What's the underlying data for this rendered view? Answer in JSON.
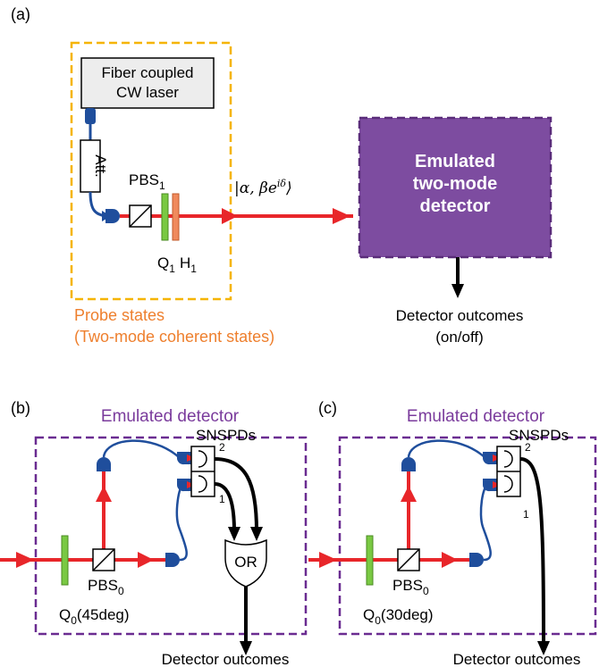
{
  "panel_a": {
    "label": "(a)",
    "laser_line1": "Fiber coupled",
    "laser_line2": "CW laser",
    "attenuator": "Att.",
    "pbs_base": "PBS",
    "pbs_sub": "1",
    "q_base": "Q",
    "q_sub": "1",
    "h_base": "H",
    "h_sub": "1",
    "state": "|α, βe",
    "state_sup": "iδ",
    "state_close": "⟩",
    "detector_line1": "Emulated",
    "detector_line2": "two-mode",
    "detector_line3": "detector",
    "outcome_line1": "Detector outcomes",
    "outcome_line2": "(on/off)",
    "probe_line1": "Probe states",
    "probe_line2": "(Two-mode coherent states)"
  },
  "panel_b": {
    "label": "(b)",
    "title": "Emulated detector",
    "snspd": "SNSPDs",
    "port2": "2",
    "port1": "1",
    "or_gate": "OR",
    "pbs_base": "PBS",
    "pbs_sub": "0",
    "q_base": "Q",
    "q_sub": "0",
    "q_angle": "(45deg)",
    "outcome": "Detector outcomes"
  },
  "panel_c": {
    "label": "(c)",
    "title": "Emulated detector",
    "snspd": "SNSPDs",
    "port2": "2",
    "port1": "1",
    "pbs_base": "PBS",
    "pbs_sub": "0",
    "q_base": "Q",
    "q_sub": "0",
    "q_angle": "(30deg)",
    "outcome": "Detector outcomes"
  },
  "colors": {
    "beam": "#e8262a",
    "fiber": "#1f4e9c",
    "probe_box": "#f5b400",
    "detector_fill": "#7d4ca0",
    "detector_border": "#5a2d7a",
    "emulated_border": "#6a2c91",
    "waveplate_q": "#7ac943",
    "waveplate_h": "#f08a5d",
    "laser_fill": "#ededed"
  }
}
